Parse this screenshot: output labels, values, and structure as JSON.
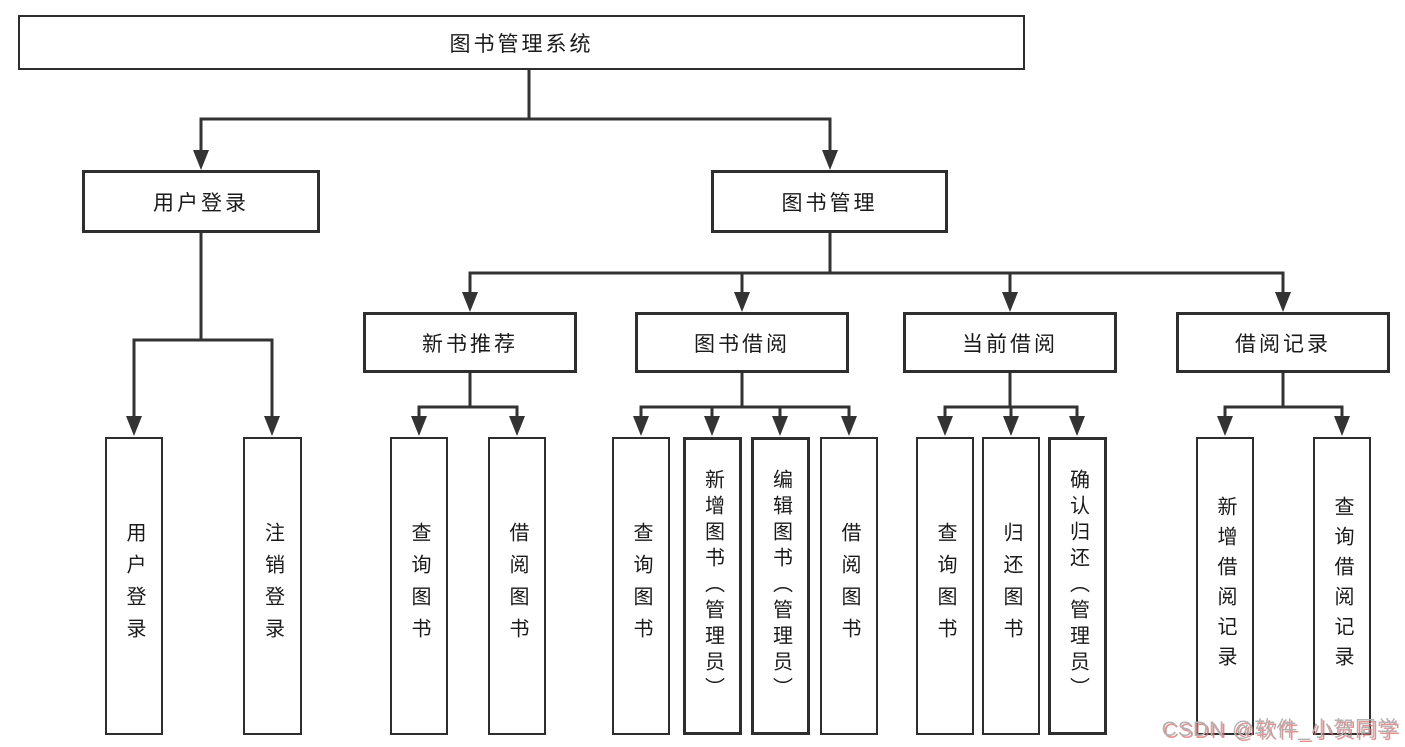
{
  "tree": {
    "label": "图书管理系统",
    "children": [
      {
        "label": "用户登录",
        "children": [
          {
            "label": "用户登录"
          },
          {
            "label": "注销登录"
          }
        ]
      },
      {
        "label": "图书管理",
        "children": [
          {
            "label": "新书推荐",
            "children": [
              {
                "label": "查询图书"
              },
              {
                "label": "借阅图书"
              }
            ]
          },
          {
            "label": "图书借阅",
            "children": [
              {
                "label": "查询图书"
              },
              {
                "label": "新增图书（管理员）"
              },
              {
                "label": "编辑图书（管理员）"
              },
              {
                "label": "借阅图书"
              }
            ]
          },
          {
            "label": "当前借阅",
            "children": [
              {
                "label": "查询图书"
              },
              {
                "label": "归还图书"
              },
              {
                "label": "确认归还（管理员）"
              }
            ]
          },
          {
            "label": "借阅记录",
            "children": [
              {
                "label": "新增借阅记录"
              },
              {
                "label": "查询借阅记录"
              }
            ]
          }
        ]
      }
    ]
  },
  "watermark": {
    "text": "CSDN @软件_小贺同学"
  },
  "colors": {
    "line": "#333333",
    "box_border": "#2e2e2e",
    "box_fill": "#ffffff",
    "text": "#1a1a1a",
    "watermark_gray": "#b2b2b2",
    "watermark_red": "#de6a6a"
  }
}
